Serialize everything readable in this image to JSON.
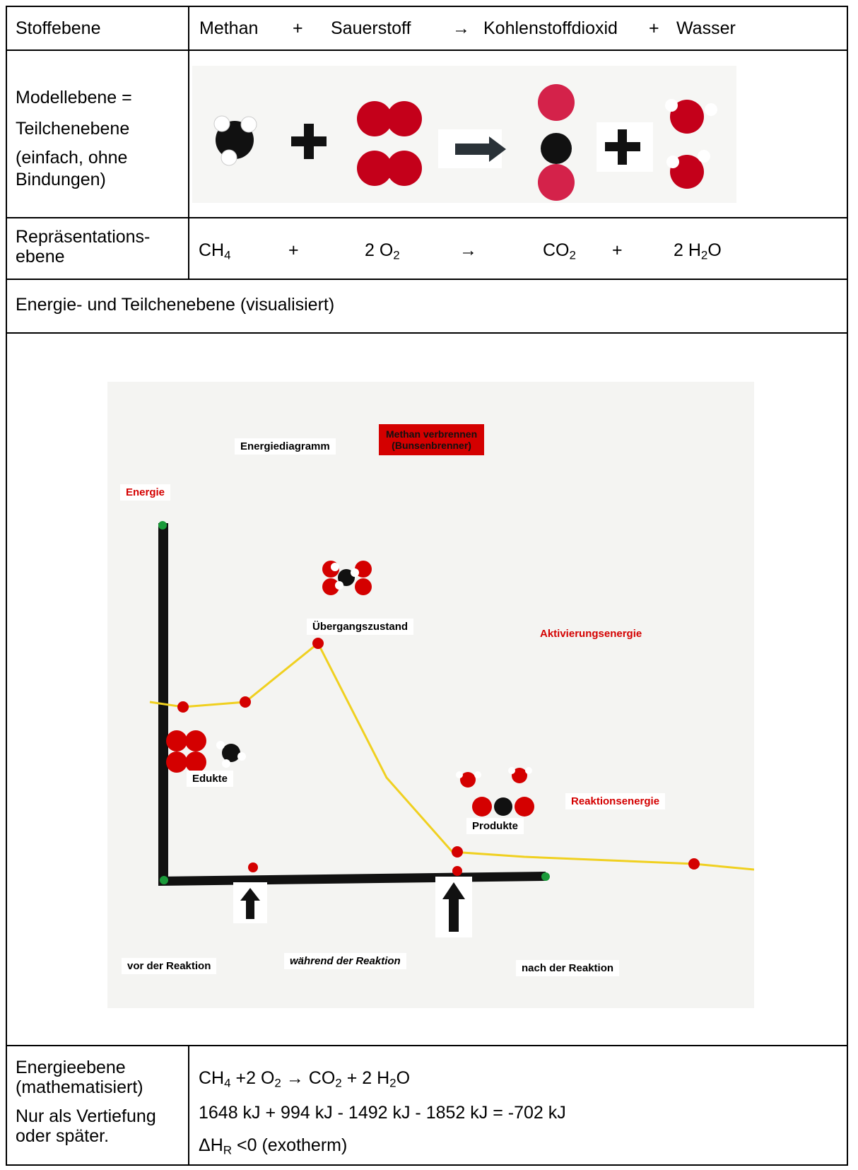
{
  "row1": {
    "label": "Stoffebene",
    "methan": "Methan",
    "plus1": "+",
    "sauerstoff": "Sauerstoff",
    "arrow": "→",
    "kohlenstoffdioxid": "Kohlenstoffdioxid",
    "plus2": "+",
    "wasser": "Wasser"
  },
  "row2": {
    "label_line1": "Modellebene =",
    "label_line2": "Teilchenebene",
    "label_line3": "(einfach, ohne",
    "label_line4": "Bindungen)"
  },
  "row3": {
    "label_line1": "Repräsentations-",
    "label_line2": "ebene",
    "ch4": "CH",
    "ch4_sub": "4",
    "plus1": "+",
    "o2_coef": "2 O",
    "o2_sub": "2",
    "arrow": "→",
    "co2": "CO",
    "co2_sub": "2",
    "plus2": "+",
    "h2o_a": "2 H",
    "h2o_sub": "2",
    "h2o_b": "O"
  },
  "row4": {
    "title": "Energie- und Teilchenebene (visualisiert)"
  },
  "board": {
    "energiediagramm": "Energiediagramm",
    "title_line1": "Methan verbrennen",
    "title_line2": "(Bunsenbrenner)",
    "energie": "Energie",
    "uebergangszustand": "Übergangszustand",
    "aktivierung_a": "Aktivierung",
    "aktivierung_b": "senergie",
    "edukte": "Edukte",
    "produkte": "Produkte",
    "reaktionsenergie": "Reaktionsenergie",
    "vor": "vor der Reaktion",
    "waehrend": "während der Reaktion",
    "nach": "nach der Reaktion",
    "red_color": "#d40000",
    "thread_color": "#f0d020"
  },
  "row5": {
    "label_line1": "Energieebene",
    "label_line2": "(mathematisiert)",
    "label_line3": "Nur als Vertiefung",
    "label_line4": "oder später.",
    "eq1_ch": "CH",
    "eq1_4": "4",
    "eq1_mid": " +2 O",
    "eq1_2": "2",
    "eq1_arrow": " → CO",
    "eq1_2b": "2",
    "eq1_end": " + 2 H",
    "eq1_2c": "2",
    "eq1_o": "O",
    "eq2": "1648 kJ + 994 kJ - 1492 kJ - 1852 kJ = -702 kJ",
    "eq3_a": "ΔH",
    "eq3_sub": "R",
    "eq3_b": " <0 (exotherm)"
  }
}
